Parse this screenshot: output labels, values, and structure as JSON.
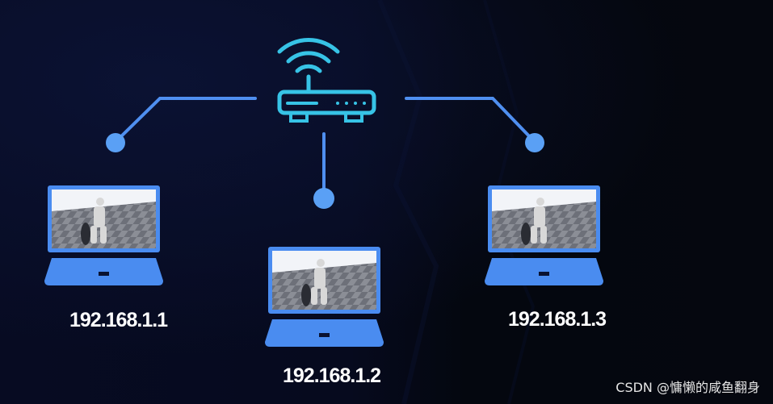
{
  "colors": {
    "background": "#060a1e",
    "link": "#4f8ff0",
    "node": "#5aa0f5",
    "router": "#37c3e6",
    "laptop_body": "#4a8cf0",
    "screen_floor": "#6d7079",
    "screen_sky": "#f2f4f8",
    "label": "#ffffff"
  },
  "router": {
    "icon": "wifi-router-icon"
  },
  "laptops": [
    {
      "ip": "192.168.1.1",
      "icon": "laptop-icon"
    },
    {
      "ip": "192.168.1.2",
      "icon": "laptop-icon"
    },
    {
      "ip": "192.168.1.3",
      "icon": "laptop-icon"
    }
  ],
  "watermark": "CSDN @慵懒的咸鱼翻身"
}
